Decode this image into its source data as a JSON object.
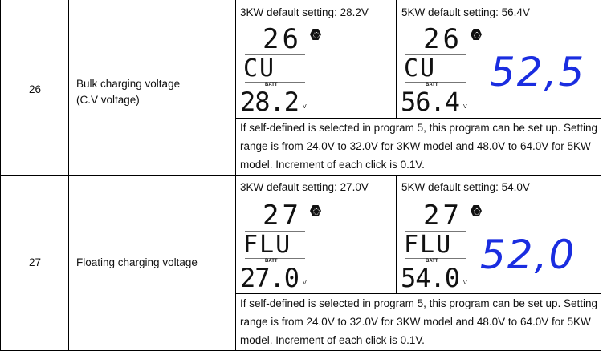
{
  "rows": [
    {
      "number": "26",
      "description": "Bulk charging voltage\n(C.V voltage)",
      "desc_line1": "Bulk charging voltage",
      "desc_line2": "(C.V voltage)",
      "model_3kw": {
        "label": "3KW default setting: 28.2V",
        "lcd_code": "26",
        "lcd_mode": "CU",
        "lcd_batt": "BATT",
        "lcd_value": "28.2",
        "lcd_unit": "V"
      },
      "model_5kw": {
        "label": "5KW default setting: 56.4V",
        "lcd_code": "26",
        "lcd_mode": "CU",
        "lcd_batt": "BATT",
        "lcd_value": "56.4",
        "lcd_unit": "V",
        "handwritten": "52,5"
      },
      "note": "If self-defined is selected in program 5, this program can be set up. Setting range is from 24.0V to 32.0V for 3KW model and 48.0V to 64.0V for 5KW model. Increment of each click is 0.1V."
    },
    {
      "number": "27",
      "desc_line1": "Floating charging voltage",
      "model_3kw": {
        "label": "3KW default setting: 27.0V",
        "lcd_code": "27",
        "lcd_mode": "FLU",
        "lcd_batt": "BATT",
        "lcd_value": "27.0",
        "lcd_unit": "V"
      },
      "model_5kw": {
        "label": "5KW default setting: 54.0V",
        "lcd_code": "27",
        "lcd_mode": "FLU",
        "lcd_batt": "BATT",
        "lcd_value": "54.0",
        "lcd_unit": "V",
        "handwritten": "52,0"
      },
      "note": "If self-defined is selected in program 5, this program can be set up. Setting range is from 24.0V to 32.0V for 3KW model and 48.0V to 64.0V for 5KW model. Increment of each click is 0.1V."
    }
  ]
}
